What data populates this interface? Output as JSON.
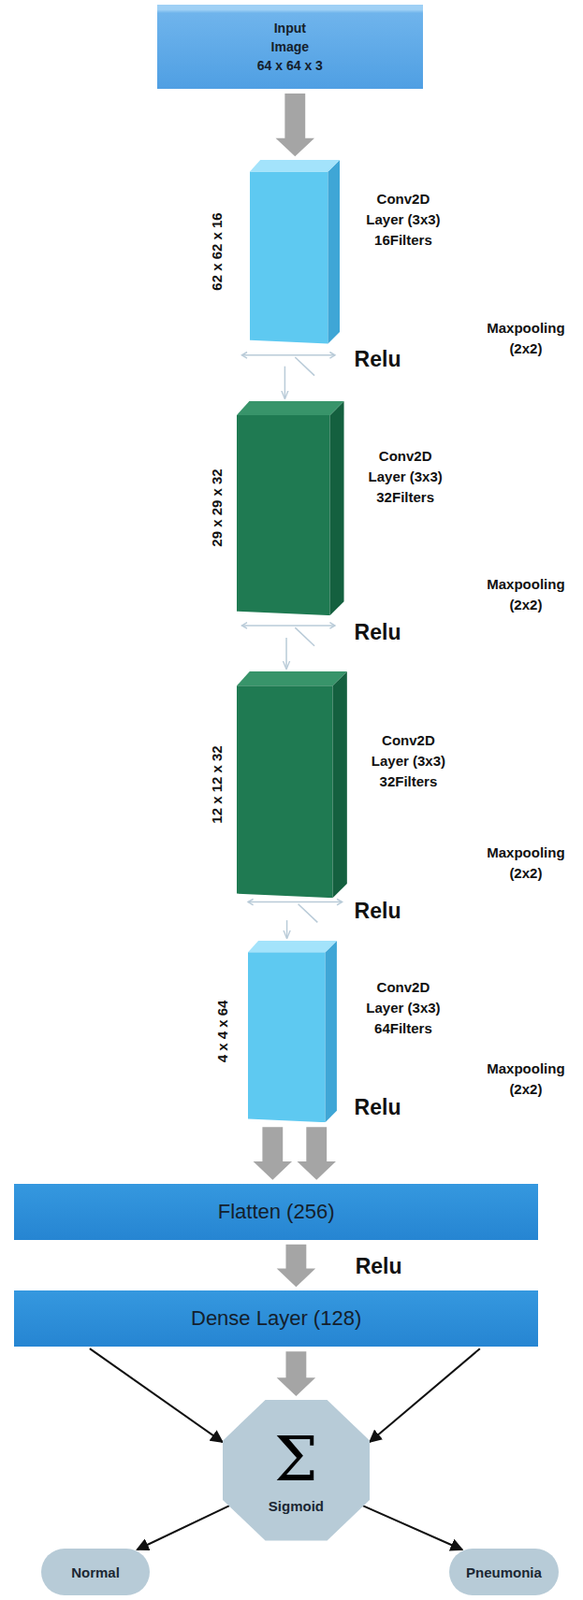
{
  "diagram": {
    "nodes": [
      {
        "text": [
          "Input Image",
          "64 x 64 x 3"
        ]
      },
      {
        "text": [
          "62 x 62 x 16",
          "Conv2D Layer (3x3) 16Filters"
        ]
      },
      {
        "text": [
          "29 x 29 x 32",
          "Conv2D Layer (3x3) 32Filters"
        ]
      },
      {
        "text": [
          "12 x 12 x 32",
          "Conv2D Layer (3x3) 32Filters"
        ]
      },
      {
        "text": [
          "4 x 4 x 64",
          "Conv2D Layer (3x3) 64Filters"
        ]
      },
      {
        "text": [
          "Flatten (256)"
        ]
      },
      {
        "text": [
          "Dense Layer (128)"
        ]
      },
      {
        "text": [
          "Σ",
          "Sigmoid"
        ]
      },
      {
        "text": [
          "Normal"
        ]
      },
      {
        "text": [
          "Pneumonia"
        ]
      }
    ],
    "edges": [
      {
        "from": 0,
        "to": 1,
        "arrow": "to"
      },
      {
        "from": 1,
        "to": 2,
        "arrow": "to"
      },
      {
        "from": 2,
        "to": 3,
        "arrow": "to"
      },
      {
        "from": 3,
        "to": 4,
        "arrow": "to"
      },
      {
        "from": 4,
        "to": 5,
        "arrow": "to"
      },
      {
        "from": 4,
        "to": 5,
        "arrow": "to"
      },
      {
        "from": 5,
        "to": 6,
        "arrow": "to"
      },
      {
        "from": 6,
        "to": 7,
        "arrow": "to"
      },
      {
        "from": 6,
        "to": 7,
        "arrow": "to"
      },
      {
        "from": 6,
        "to": 7,
        "arrow": "to"
      },
      {
        "from": 7,
        "to": 8,
        "arrow": "to"
      },
      {
        "from": 7,
        "to": 9,
        "arrow": "to"
      }
    ],
    "labels": [
      "Maxpooling (2x2)",
      "Relu",
      "Maxpooling (2x2)",
      "Relu",
      "Maxpooling (2x2)",
      "Relu",
      "Maxpooling (2x2)",
      "Relu",
      "Relu"
    ]
  }
}
